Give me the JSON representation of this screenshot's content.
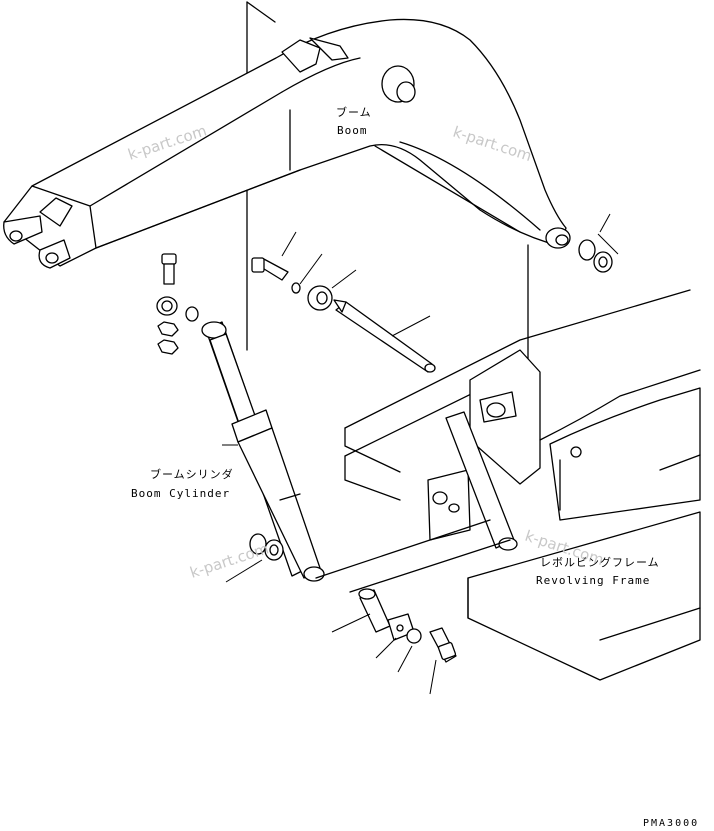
{
  "labels": {
    "boom_jp": "ブーム",
    "boom_en": "Boom",
    "cylinder_jp": "ブームシリンダ",
    "cylinder_en": "Boom Cylinder",
    "frame_jp": "レボルビングフレーム",
    "frame_en": "Revolving Frame"
  },
  "watermarks": [
    "k-part.com",
    "k-part.com",
    "k-part.com",
    "k-part.com"
  ],
  "drawing_code": "PMA3000"
}
